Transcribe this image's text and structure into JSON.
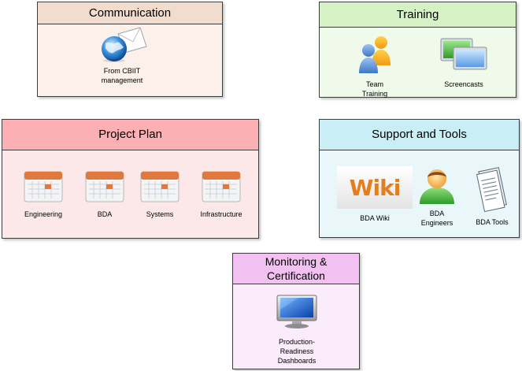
{
  "panels": {
    "communication": {
      "title": "Communication",
      "items": [
        {
          "label": "From CBIIT\nmanagement",
          "icon": "globe-envelope-icon"
        }
      ]
    },
    "training": {
      "title": "Training",
      "items": [
        {
          "label": "Team\nTraining",
          "icon": "people-icon"
        },
        {
          "label": "Screencasts",
          "icon": "screens-icon"
        }
      ]
    },
    "project_plan": {
      "title": "Project Plan",
      "items": [
        {
          "label": "Engineering",
          "icon": "calendar-icon"
        },
        {
          "label": "BDA",
          "icon": "calendar-icon"
        },
        {
          "label": "Systems",
          "icon": "calendar-icon"
        },
        {
          "label": "Infrastructure",
          "icon": "calendar-icon"
        }
      ]
    },
    "support_tools": {
      "title": "Support and Tools",
      "items": [
        {
          "label": "BDA Wiki",
          "icon": "wiki-logo",
          "logo_text": "Wiki"
        },
        {
          "label": "BDA\nEngineers",
          "icon": "person-icon"
        },
        {
          "label": "BDA Tools",
          "icon": "document-icon"
        }
      ]
    },
    "monitoring": {
      "title": "Monitoring &\nCertification",
      "items": [
        {
          "label": "Production-\nReadiness\nDashboards",
          "icon": "monitor-icon"
        }
      ]
    }
  },
  "colors": {
    "communication_head": "#f1dccd",
    "communication_body": "#fbf1ea",
    "training_head": "#d6f2c4",
    "training_body": "#effaea",
    "project_head": "#fcb0b4",
    "project_body": "#fde8e9",
    "support_head": "#c9eef5",
    "support_body": "#e9f7fb",
    "monitoring_head": "#f2c1f2",
    "monitoring_body": "#fbecfb"
  }
}
